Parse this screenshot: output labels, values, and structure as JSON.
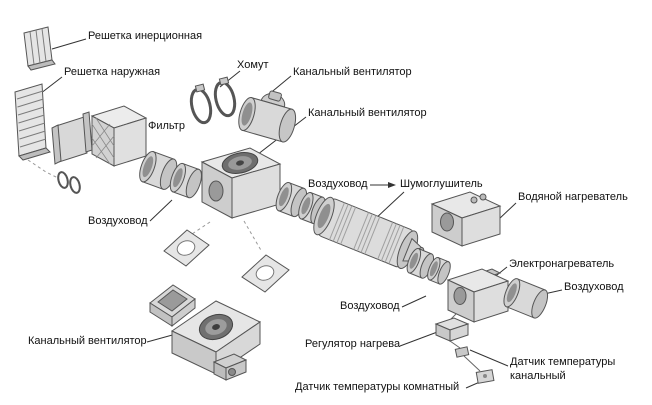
{
  "figure": {
    "type": "exploded-assembly-diagram",
    "subject": "duct ventilation system components",
    "background_color": "#ffffff",
    "line_color": "#444444",
    "text_color": "#111111"
  },
  "labels": [
    {
      "id": "inertial-grille",
      "text": "Решетка инерционная"
    },
    {
      "id": "external-grille",
      "text": "Решетка наружная"
    },
    {
      "id": "clamp",
      "text": "Хомут"
    },
    {
      "id": "duct-fan-top",
      "text": "Канальный вентилятор"
    },
    {
      "id": "duct-fan-middle",
      "text": "Канальный вентилятор"
    },
    {
      "id": "filter",
      "text": "Фильтр"
    },
    {
      "id": "air-duct-left",
      "text": "Воздуховод"
    },
    {
      "id": "air-duct-center",
      "text": "Воздуховод"
    },
    {
      "id": "silencer",
      "text": "Шумоглушитель"
    },
    {
      "id": "water-heater",
      "text": "Водяной нагреватель"
    },
    {
      "id": "electric-heater",
      "text": "Электронагреватель"
    },
    {
      "id": "air-duct-right",
      "text": "Воздуховод"
    },
    {
      "id": "air-duct-bottom",
      "text": "Воздуховод"
    },
    {
      "id": "duct-fan-bottom",
      "text": "Канальный вентилятор"
    },
    {
      "id": "heating-regulator",
      "text": "Регулятор нагрева"
    },
    {
      "id": "duct-temp-sensor",
      "text": "Датчик температуры канальный"
    },
    {
      "id": "room-temp-sensor",
      "text": "Датчик температуры комнатный"
    }
  ]
}
